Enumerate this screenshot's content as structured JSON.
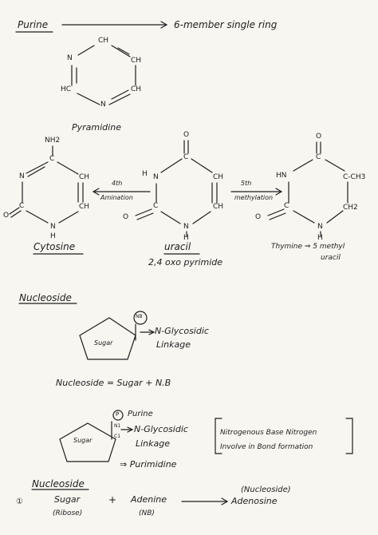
{
  "header": {
    "purine_label": "Purine",
    "purine_desc": "6-member single ring"
  },
  "pyrimidine_ring": {
    "atoms": [
      "CH",
      "N",
      "CH",
      "CH",
      "HC",
      "N"
    ],
    "caption": "Pyramidine"
  },
  "cytosine": {
    "nh2": "NH2",
    "atoms": [
      "C",
      "N",
      "CH",
      "CH",
      "C",
      "O",
      "N",
      "H"
    ],
    "name": "Cytosine"
  },
  "deamination": {
    "top": "4th",
    "bottom": "Amination"
  },
  "uracil": {
    "o_top": "O",
    "atoms": [
      "H",
      "N",
      "C",
      "CH",
      "CH",
      "C",
      "O",
      "N",
      "H"
    ],
    "name": "uracil",
    "subname": "2,4 oxo pyrimide"
  },
  "methylation": {
    "top": "5th",
    "bottom": "methylation"
  },
  "thymine": {
    "o_top": "O",
    "atoms": [
      "HN",
      "C",
      "C-CH3",
      "CH2",
      "C",
      "O",
      "N",
      "H"
    ],
    "name": "Thymine ⇒ 5 methyl",
    "name2": "uracil"
  },
  "nucleoside_section": {
    "title": "Nucleoside",
    "sugar": "Sugar",
    "nb": "NB",
    "linkage_1": "N-Glycosidic",
    "linkage_2": "Linkage",
    "equation": "Nucleoside = Sugar + N.B"
  },
  "second_diagram": {
    "sugar": "Sugar",
    "p": "P",
    "n1": "N1",
    "c1": "C1",
    "purine": "Purine",
    "linkage_1": "N-Glycosidic",
    "linkage_2": "Linkage",
    "purimidine": "⇒ Purimidine",
    "box_line1": "Nitrogenous Base Nitrogen",
    "box_line2": "Involve in Bond formation"
  },
  "bottom": {
    "title": "Nucleoside",
    "num": "①",
    "sugar": "Sugar",
    "ribose": "(Ribose)",
    "plus": "+",
    "adenine": "Adenine",
    "nb": "(NB)",
    "nucleoside": "(Nucleoside)",
    "adenosine": "Adenosine"
  }
}
